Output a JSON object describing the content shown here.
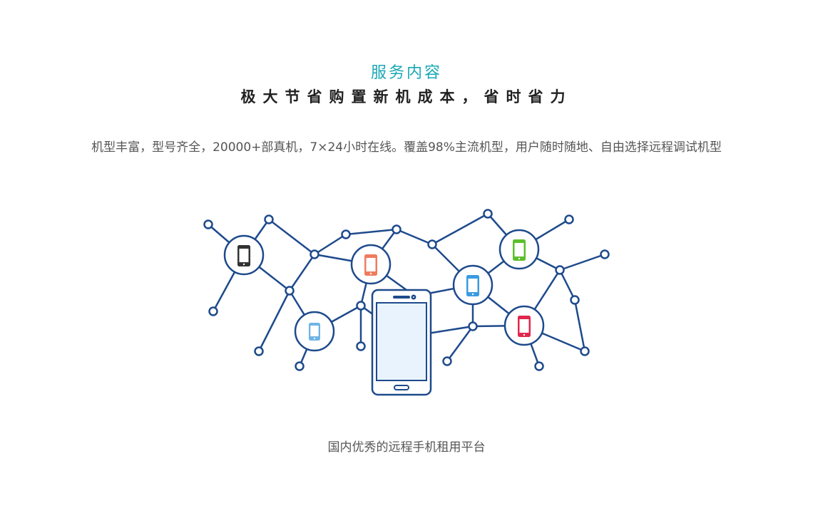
{
  "section": {
    "label": "服务内容",
    "color": "#1aa8b5"
  },
  "headline": "极大节省购置新机成本，省时省力",
  "description": "机型丰富，型号齐全，20000+部真机，7×24小时在线。覆盖98%主流机型，用户随时随地、自由选择远程调试机型",
  "tagline": "国内优秀的远程手机租用平台",
  "illustration": {
    "line_color": "#1e4a8c",
    "screen_color": "#e8f3fd",
    "device_icons": [
      {
        "name": "phone-icon-black",
        "color": "#333333"
      },
      {
        "name": "phone-icon-orange",
        "color": "#f07b5e"
      },
      {
        "name": "phone-icon-lightblue",
        "color": "#6fb4e6"
      },
      {
        "name": "phone-icon-blue",
        "color": "#3a9be0"
      },
      {
        "name": "phone-icon-green",
        "color": "#5cbf2a"
      },
      {
        "name": "phone-icon-red",
        "color": "#e0284f"
      }
    ]
  }
}
